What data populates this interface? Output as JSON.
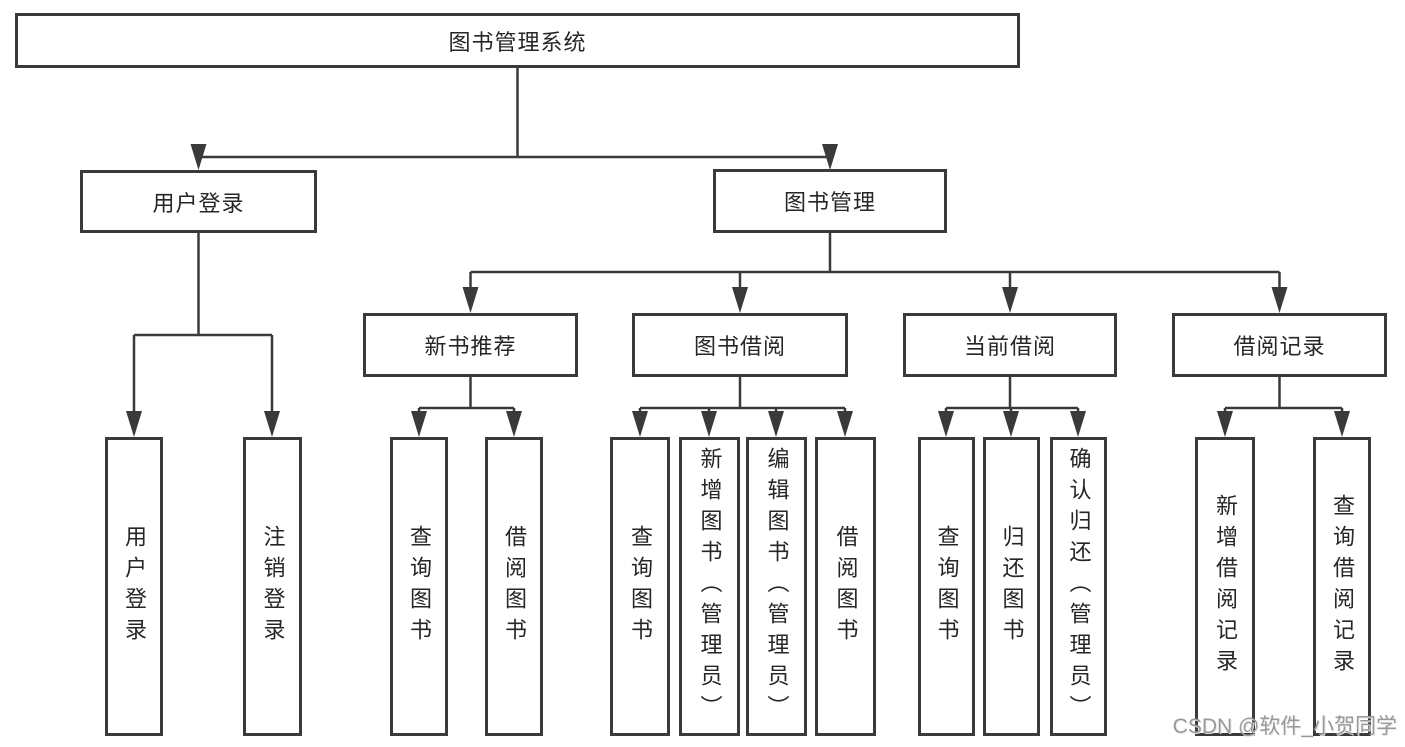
{
  "diagram": {
    "title": "图书管理系统",
    "colors": {
      "line": "#3a3a3a",
      "box_border": "#3a3a3a",
      "text": "#262626",
      "background": "#ffffff",
      "watermark": "#999999"
    },
    "nodes": {
      "root": "图书管理系统",
      "userLogin": "用户登录",
      "bookManagement": "图书管理",
      "newBookRecommend": "新书推荐",
      "bookBorrow": "图书借阅",
      "currentBorrow": "当前借阅",
      "borrowRecord": "借阅记录",
      "leafUserLogin": "用户登录",
      "leafLogoutLogin": "注销登录",
      "leafQueryBook1": "查询图书",
      "leafBorrowBook1": "借阅图书",
      "leafQueryBook2": "查询图书",
      "leafAddBookAdmin": "新增图书（管理员）",
      "leafEditBookAdmin": "编辑图书（管理员）",
      "leafBorrowBook2": "借阅图书",
      "leafQueryBook3": "查询图书",
      "leafReturnBook": "归还图书",
      "leafConfirmReturnAdmin": "确认归还（管理员）",
      "leafAddBorrowRecord": "新增借阅记录",
      "leafQueryBorrowRecord": "查询借阅记录"
    },
    "watermark": "CSDN @软件_小贺同学"
  }
}
